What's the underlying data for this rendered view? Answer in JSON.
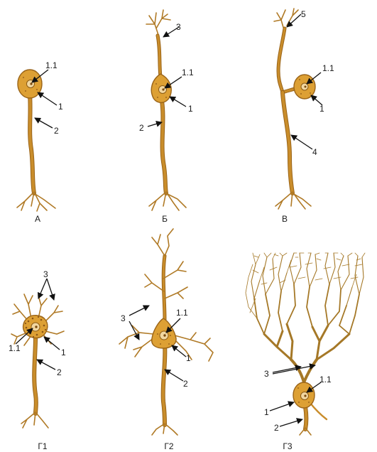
{
  "panels": [
    {
      "id": "A",
      "caption": "А"
    },
    {
      "id": "B",
      "caption": "Б"
    },
    {
      "id": "V",
      "caption": "В"
    },
    {
      "id": "G1",
      "caption": "Г1"
    },
    {
      "id": "G2",
      "caption": "Г2"
    },
    {
      "id": "G3",
      "caption": "Г3"
    }
  ],
  "labels": {
    "nucleus": "1.1",
    "cell_body": "1",
    "axon": "2",
    "dendrites": "3",
    "peripheral_process": "4",
    "terminal_branches": "5"
  },
  "colors": {
    "cytoplasm": "#dda034",
    "outline": "#9a6418",
    "nucleus": "#f2d7a0",
    "label_text": "#1a1a1a"
  }
}
